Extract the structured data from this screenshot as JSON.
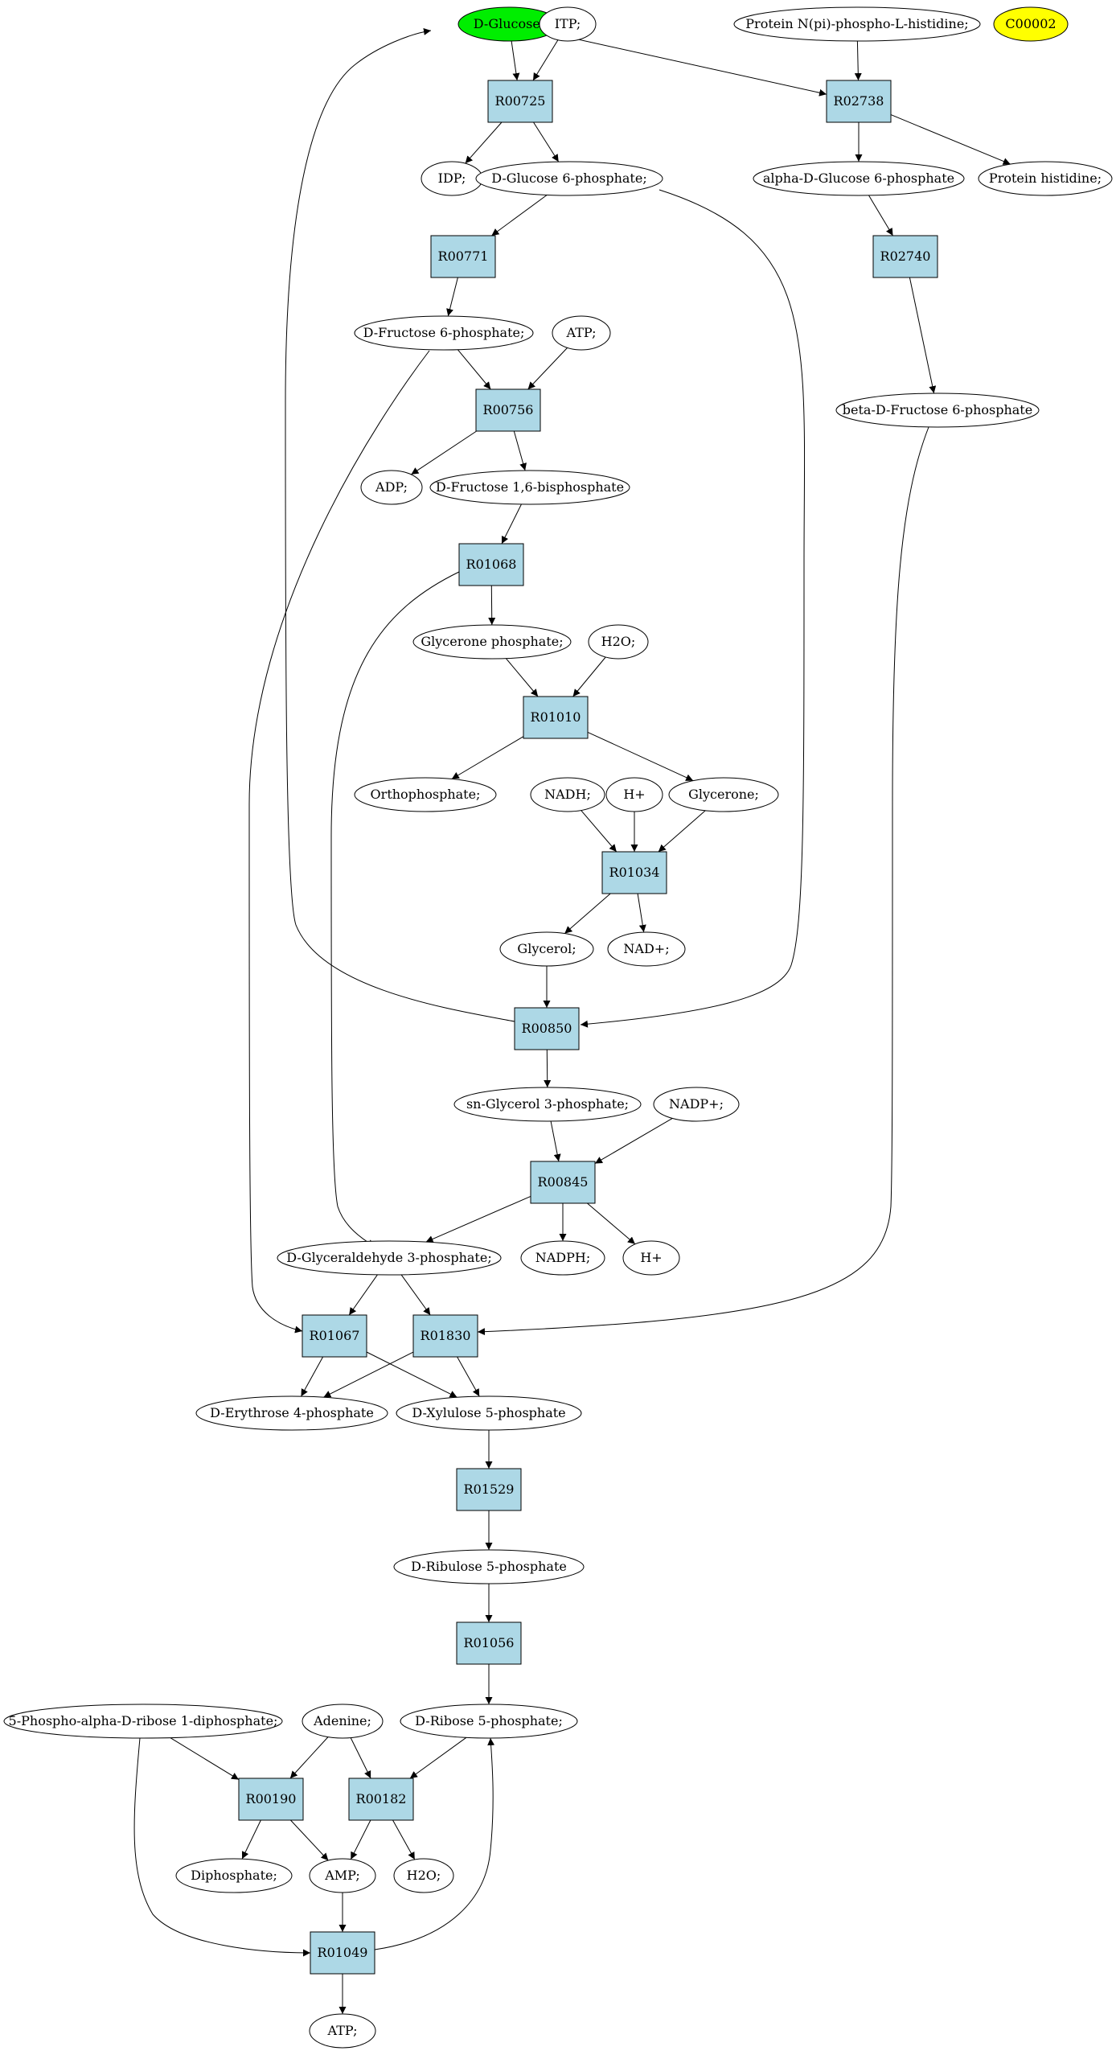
{
  "colors": {
    "reaction_fill": "#add8e6",
    "compound_fill": "#ffffff",
    "start_fill": "#00ee00",
    "highlight_fill": "#ffff00",
    "stroke": "#000000"
  },
  "nodes": [
    {
      "id": "glucose",
      "kind": "compound",
      "label": "D-Glucose;",
      "style": "start"
    },
    {
      "id": "itp",
      "kind": "compound",
      "label": "ITP;"
    },
    {
      "id": "protein_np",
      "kind": "compound",
      "label": "Protein N(pi)-phospho-L-histidine;"
    },
    {
      "id": "c00002",
      "kind": "compound",
      "label": "C00002",
      "style": "highlight"
    },
    {
      "id": "R00725",
      "kind": "reaction",
      "label": "R00725"
    },
    {
      "id": "R02738",
      "kind": "reaction",
      "label": "R02738"
    },
    {
      "id": "idp",
      "kind": "compound",
      "label": "IDP;"
    },
    {
      "id": "g6p",
      "kind": "compound",
      "label": "D-Glucose 6-phosphate;"
    },
    {
      "id": "ag6p",
      "kind": "compound",
      "label": "alpha-D-Glucose 6-phosphate"
    },
    {
      "id": "prot_his",
      "kind": "compound",
      "label": "Protein histidine;"
    },
    {
      "id": "R00771",
      "kind": "reaction",
      "label": "R00771"
    },
    {
      "id": "R02740",
      "kind": "reaction",
      "label": "R02740"
    },
    {
      "id": "f6p",
      "kind": "compound",
      "label": "D-Fructose 6-phosphate;"
    },
    {
      "id": "atp1",
      "kind": "compound",
      "label": "ATP;"
    },
    {
      "id": "bf6p",
      "kind": "compound",
      "label": "beta-D-Fructose 6-phosphate"
    },
    {
      "id": "R00756",
      "kind": "reaction",
      "label": "R00756"
    },
    {
      "id": "adp",
      "kind": "compound",
      "label": "ADP;"
    },
    {
      "id": "fbp",
      "kind": "compound",
      "label": "D-Fructose 1,6-bisphosphate"
    },
    {
      "id": "R01068",
      "kind": "reaction",
      "label": "R01068"
    },
    {
      "id": "glyp",
      "kind": "compound",
      "label": "Glycerone phosphate;"
    },
    {
      "id": "h2o1",
      "kind": "compound",
      "label": "H2O;"
    },
    {
      "id": "R01010",
      "kind": "reaction",
      "label": "R01010"
    },
    {
      "id": "ortho",
      "kind": "compound",
      "label": "Orthophosphate;"
    },
    {
      "id": "nadh",
      "kind": "compound",
      "label": "NADH;"
    },
    {
      "id": "hplus1",
      "kind": "compound",
      "label": "H+"
    },
    {
      "id": "glycerone",
      "kind": "compound",
      "label": "Glycerone;"
    },
    {
      "id": "R01034",
      "kind": "reaction",
      "label": "R01034"
    },
    {
      "id": "glycerol",
      "kind": "compound",
      "label": "Glycerol;"
    },
    {
      "id": "nadplus",
      "kind": "compound",
      "label": "NAD+;"
    },
    {
      "id": "R00850",
      "kind": "reaction",
      "label": "R00850"
    },
    {
      "id": "sng3p",
      "kind": "compound",
      "label": "sn-Glycerol 3-phosphate;"
    },
    {
      "id": "nadpplus",
      "kind": "compound",
      "label": "NADP+;"
    },
    {
      "id": "R00845",
      "kind": "reaction",
      "label": "R00845"
    },
    {
      "id": "ga3p",
      "kind": "compound",
      "label": "D-Glyceraldehyde 3-phosphate;"
    },
    {
      "id": "nadph",
      "kind": "compound",
      "label": "NADPH;"
    },
    {
      "id": "hplus2",
      "kind": "compound",
      "label": "H+"
    },
    {
      "id": "R01067",
      "kind": "reaction",
      "label": "R01067"
    },
    {
      "id": "R01830",
      "kind": "reaction",
      "label": "R01830"
    },
    {
      "id": "e4p",
      "kind": "compound",
      "label": "D-Erythrose 4-phosphate"
    },
    {
      "id": "x5p",
      "kind": "compound",
      "label": "D-Xylulose 5-phosphate"
    },
    {
      "id": "R01529",
      "kind": "reaction",
      "label": "R01529"
    },
    {
      "id": "ru5p",
      "kind": "compound",
      "label": "D-Ribulose 5-phosphate"
    },
    {
      "id": "R01056",
      "kind": "reaction",
      "label": "R01056"
    },
    {
      "id": "prpp",
      "kind": "compound",
      "label": "5-Phospho-alpha-D-ribose 1-diphosphate;"
    },
    {
      "id": "adenine",
      "kind": "compound",
      "label": "Adenine;"
    },
    {
      "id": "r5p",
      "kind": "compound",
      "label": "D-Ribose 5-phosphate;"
    },
    {
      "id": "R00190",
      "kind": "reaction",
      "label": "R00190"
    },
    {
      "id": "R00182",
      "kind": "reaction",
      "label": "R00182"
    },
    {
      "id": "diphos",
      "kind": "compound",
      "label": "Diphosphate;"
    },
    {
      "id": "amp",
      "kind": "compound",
      "label": "AMP;"
    },
    {
      "id": "h2o2",
      "kind": "compound",
      "label": "H2O;"
    },
    {
      "id": "R01049",
      "kind": "reaction",
      "label": "R01049"
    },
    {
      "id": "atp2",
      "kind": "compound",
      "label": "ATP;"
    }
  ],
  "edges": [
    {
      "from": "glucose",
      "to": "R00725"
    },
    {
      "from": "itp",
      "to": "R00725"
    },
    {
      "from": "glucose",
      "to": "R02738"
    },
    {
      "from": "protein_np",
      "to": "R02738"
    },
    {
      "from": "R00725",
      "to": "idp"
    },
    {
      "from": "R00725",
      "to": "g6p"
    },
    {
      "from": "R02738",
      "to": "ag6p"
    },
    {
      "from": "R02738",
      "to": "prot_his"
    },
    {
      "from": "g6p",
      "to": "R00771"
    },
    {
      "from": "g6p",
      "to": "R00850"
    },
    {
      "from": "ag6p",
      "to": "R02740"
    },
    {
      "from": "R00771",
      "to": "f6p"
    },
    {
      "from": "R02740",
      "to": "bf6p"
    },
    {
      "from": "f6p",
      "to": "R00756"
    },
    {
      "from": "atp1",
      "to": "R00756"
    },
    {
      "from": "f6p",
      "to": "R01067"
    },
    {
      "from": "bf6p",
      "to": "R01830"
    },
    {
      "from": "R00756",
      "to": "adp"
    },
    {
      "from": "R00756",
      "to": "fbp"
    },
    {
      "from": "fbp",
      "to": "R01068"
    },
    {
      "from": "R01068",
      "to": "glyp"
    },
    {
      "from": "R01068",
      "to": "ga3p"
    },
    {
      "from": "glyp",
      "to": "R01010"
    },
    {
      "from": "h2o1",
      "to": "R01010"
    },
    {
      "from": "R01010",
      "to": "ortho"
    },
    {
      "from": "R01010",
      "to": "glycerone"
    },
    {
      "from": "nadh",
      "to": "R01034"
    },
    {
      "from": "hplus1",
      "to": "R01034"
    },
    {
      "from": "glycerone",
      "to": "R01034"
    },
    {
      "from": "R01034",
      "to": "glycerol"
    },
    {
      "from": "R01034",
      "to": "nadplus"
    },
    {
      "from": "glycerol",
      "to": "R00850"
    },
    {
      "from": "R00850",
      "to": "glucose"
    },
    {
      "from": "R00850",
      "to": "sng3p"
    },
    {
      "from": "sng3p",
      "to": "R00845"
    },
    {
      "from": "nadpplus",
      "to": "R00845"
    },
    {
      "from": "R00845",
      "to": "ga3p"
    },
    {
      "from": "R00845",
      "to": "nadph"
    },
    {
      "from": "R00845",
      "to": "hplus2"
    },
    {
      "from": "ga3p",
      "to": "R01067"
    },
    {
      "from": "ga3p",
      "to": "R01830"
    },
    {
      "from": "R01067",
      "to": "e4p"
    },
    {
      "from": "R01067",
      "to": "x5p"
    },
    {
      "from": "R01830",
      "to": "e4p"
    },
    {
      "from": "R01830",
      "to": "x5p"
    },
    {
      "from": "x5p",
      "to": "R01529"
    },
    {
      "from": "R01529",
      "to": "ru5p"
    },
    {
      "from": "ru5p",
      "to": "R01056"
    },
    {
      "from": "R01056",
      "to": "r5p"
    },
    {
      "from": "prpp",
      "to": "R00190"
    },
    {
      "from": "adenine",
      "to": "R00190"
    },
    {
      "from": "adenine",
      "to": "R00182"
    },
    {
      "from": "r5p",
      "to": "R00182"
    },
    {
      "from": "prpp",
      "to": "R01049"
    },
    {
      "from": "R00190",
      "to": "diphos"
    },
    {
      "from": "R00190",
      "to": "amp"
    },
    {
      "from": "R00182",
      "to": "amp"
    },
    {
      "from": "R00182",
      "to": "h2o2"
    },
    {
      "from": "amp",
      "to": "R01049"
    },
    {
      "from": "R01049",
      "to": "r5p"
    },
    {
      "from": "R01049",
      "to": "atp2"
    }
  ]
}
